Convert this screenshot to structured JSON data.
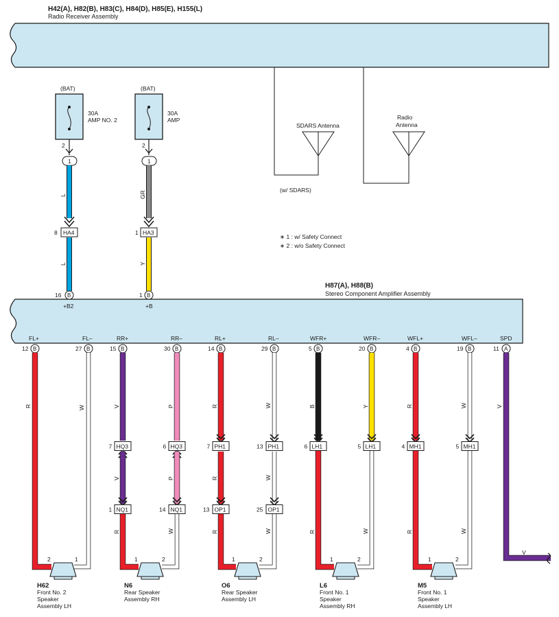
{
  "radio": {
    "code": "H42(A), H82(B), H83(C), H84(D), H85(E), H155(L)",
    "name": "Radio Receiver Assembly"
  },
  "fuses": [
    {
      "source": "(BAT)",
      "rating": "30A",
      "name": "AMP NO. 2",
      "pin": "2",
      "term": "1",
      "wire": "L",
      "wire2": "L",
      "conn": "HA4",
      "conn_pin": "8",
      "amp_pin": "16",
      "amp_conn": "B",
      "amp_term": "+B2"
    },
    {
      "source": "(BAT)",
      "rating": "30A",
      "name": "AMP",
      "pin": "2",
      "term": "1",
      "wire": "GR",
      "wire2": "Y",
      "conn": "HA3",
      "conn_pin": "1",
      "amp_pin": "1",
      "amp_conn": "B",
      "amp_term": "+B"
    }
  ],
  "antennas": {
    "sdars": "SDARS Antenna",
    "radio_l1": "Radio",
    "radio_l2": "Antenna",
    "note": "(w/ SDARS)"
  },
  "notes": [
    "∗ 1 : w/ Safety Connect",
    "∗ 2 : w/o Safety Connect"
  ],
  "amp": {
    "code": "H87(A), H88(B)",
    "name": "Stereo Component Amplifier Assembly"
  },
  "terminals": [
    {
      "label": "FL+",
      "pin": "12",
      "conn": "B",
      "wire": "R"
    },
    {
      "label": "FL–",
      "pin": "27",
      "conn": "B",
      "wire": "W"
    },
    {
      "label": "RR+",
      "pin": "15",
      "conn": "B",
      "wire": "V",
      "j1": "HQ3",
      "j1pin": "7",
      "wire2": "V",
      "j2": "NQ1",
      "j2pin": "1",
      "wire3": "R"
    },
    {
      "label": "RR–",
      "pin": "30",
      "conn": "B",
      "wire": "P",
      "j1": "HQ3",
      "j1pin": "6",
      "wire2": "P",
      "j2": "NQ1",
      "j2pin": "14",
      "wire3": "W"
    },
    {
      "label": "RL+",
      "pin": "14",
      "conn": "B",
      "wire": "R",
      "j1": "PH1",
      "j1pin": "7",
      "wire2": "R",
      "j2": "OP1",
      "j2pin": "13",
      "wire3": "R"
    },
    {
      "label": "RL–",
      "pin": "29",
      "conn": "B",
      "wire": "W",
      "j1": "PH1",
      "j1pin": "13",
      "wire2": "W",
      "j2": "OP1",
      "j2pin": "25",
      "wire3": "W"
    },
    {
      "label": "WFR+",
      "pin": "5",
      "conn": "B",
      "wire": "B",
      "j1": "LH1",
      "j1pin": "6",
      "wire3": "R"
    },
    {
      "label": "WFR–",
      "pin": "20",
      "conn": "B",
      "wire": "Y",
      "j1": "LH1",
      "j1pin": "5",
      "wire3": "W"
    },
    {
      "label": "WFL+",
      "pin": "4",
      "conn": "B",
      "wire": "R",
      "j1": "MH1",
      "j1pin": "4",
      "wire3": "R"
    },
    {
      "label": "WFL–",
      "pin": "19",
      "conn": "B",
      "wire": "W",
      "j1": "MH1",
      "j1pin": "5",
      "wire3": "W"
    },
    {
      "label": "SPD",
      "pin": "11",
      "conn": "A",
      "wire": "V",
      "wire_end": "V"
    }
  ],
  "speakers": [
    {
      "code": "H62",
      "l1": "Front No. 2",
      "l2": "Speaker",
      "l3": "Assembly LH",
      "p1": "2",
      "p2": "1"
    },
    {
      "code": "N6",
      "l1": "Rear Speaker",
      "l2": "Assembly RH",
      "l3": "",
      "p1": "1",
      "p2": "2"
    },
    {
      "code": "O6",
      "l1": "Rear Speaker",
      "l2": "Assembly LH",
      "l3": "",
      "p1": "1",
      "p2": "2"
    },
    {
      "code": "L6",
      "l1": "Front No. 1",
      "l2": "Speaker",
      "l3": "Assembly RH",
      "p1": "1",
      "p2": "2"
    },
    {
      "code": "M5",
      "l1": "Front No. 1",
      "l2": "Speaker",
      "l3": "Assembly LH",
      "p1": "1",
      "p2": "2"
    }
  ],
  "colors": {
    "box": "#cde7f2",
    "red": "#e8202a",
    "purple": "#6a2d91",
    "pink": "#f08bbb",
    "black": "#1a1a1a",
    "yellow": "#ffe000",
    "blue": "#00a3e0",
    "gray": "#8a8a8a",
    "white_wire": "#ffffff"
  }
}
